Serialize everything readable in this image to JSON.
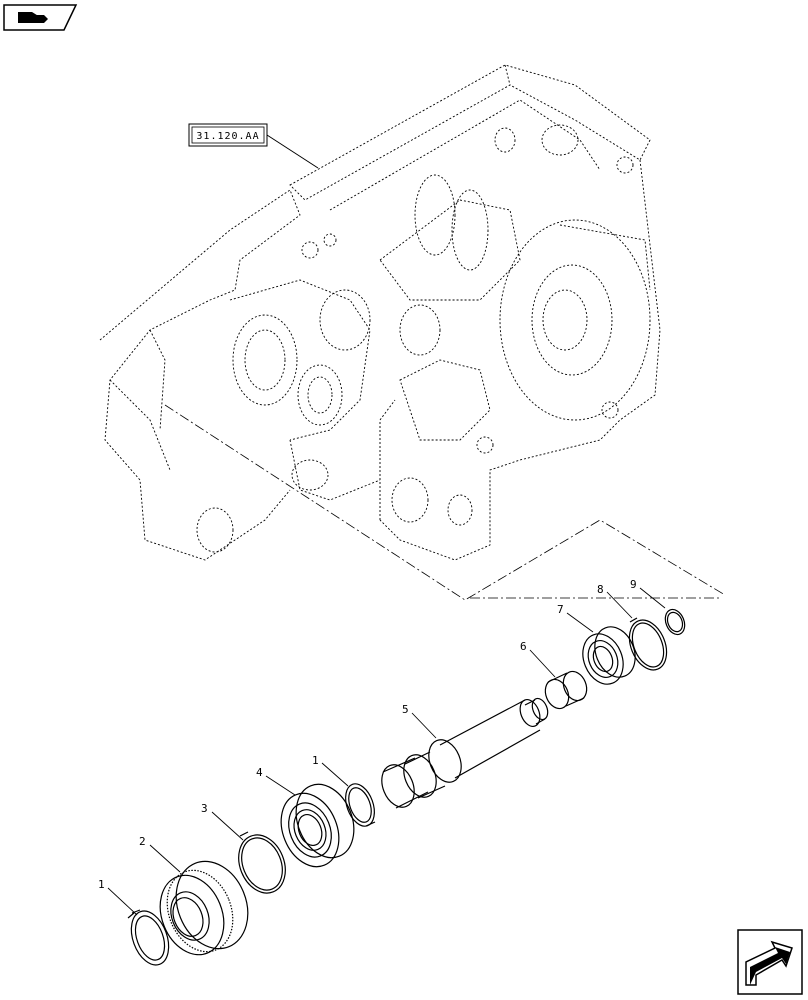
{
  "header": {
    "nav_icon": "manual-navigation-icon"
  },
  "reference": {
    "label": "31.120.AA"
  },
  "callouts": [
    "1",
    "2",
    "3",
    "4",
    "1",
    "5",
    "6",
    "7",
    "8",
    "9"
  ],
  "footer": {
    "nav_icon": "next-page-arrow-icon"
  }
}
